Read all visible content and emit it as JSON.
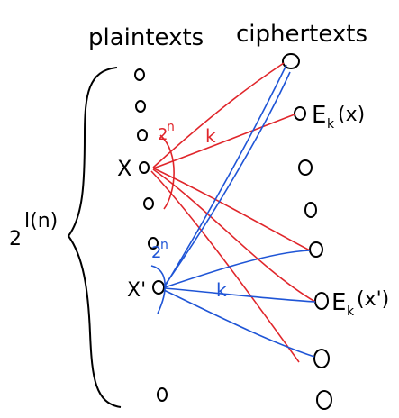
{
  "headers": {
    "plaintexts": "plaintexts",
    "ciphertexts": "ciphertexts"
  },
  "plaintext_labels": {
    "x": "X",
    "x_prime": "X'"
  },
  "ciphertext_labels": {
    "ek_x": "E",
    "ek_x_sub": "k",
    "ek_x_arg": "(x)",
    "ek_xp": "E",
    "ek_xp_sub": "k",
    "ek_xp_arg": "(x')"
  },
  "set_size": {
    "base": "2",
    "exponent": "l(n)"
  },
  "annotations": {
    "red_count": "2",
    "red_count_exp": "n",
    "red_key": "k",
    "blue_count": "2",
    "blue_count_exp": "n",
    "blue_key": "k"
  },
  "colors": {
    "ink": "#000000",
    "red": "#e0262b",
    "blue": "#1f55d6"
  }
}
